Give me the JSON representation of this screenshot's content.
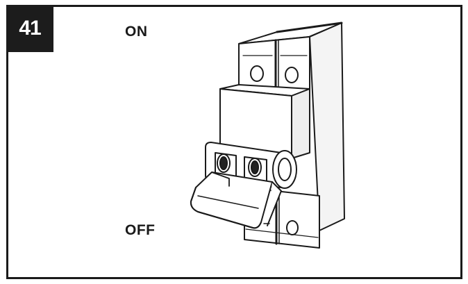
{
  "step": {
    "number": "41"
  },
  "labels": {
    "on": "ON",
    "off": "OFF"
  },
  "illustration": {
    "subject": "circuit-breaker-icon",
    "toggle_state": "off",
    "colors": {
      "stroke": "#1a1a1a",
      "fill": "#ffffff",
      "shade": "#e8e8e8",
      "dark": "#111111"
    }
  }
}
